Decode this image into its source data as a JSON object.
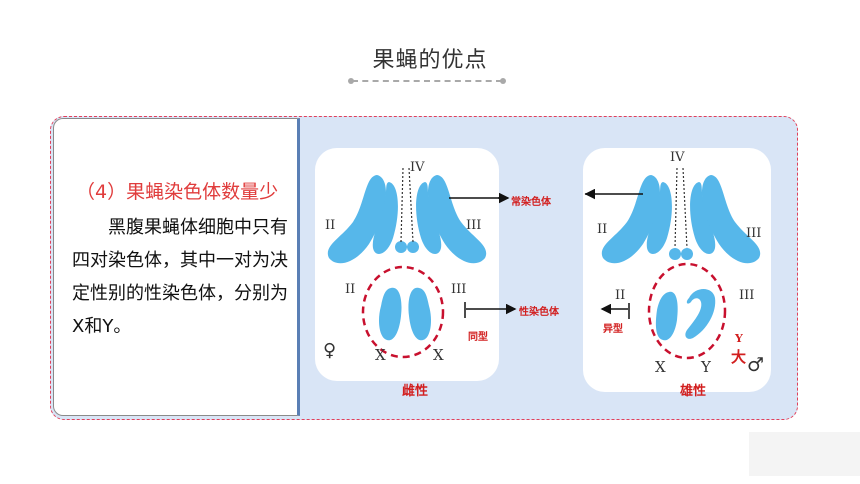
{
  "header": {
    "title": "果蝇的优点"
  },
  "textbox": {
    "heading": "（4）果蝇染色体数量少",
    "body": "黑腹果蝇体细胞中只有四对染色体，其中一对为决定性别的性染色体，分别为X和Y。"
  },
  "female": {
    "label": "雌性",
    "symbol": "♀",
    "roman": {
      "iv": "IV",
      "ii_top": "II",
      "ii_bottom": "II",
      "iii_top": "III",
      "iii_bottom": "III"
    },
    "sex_chr_left": "X",
    "sex_chr_right": "X",
    "pair_type": "同型"
  },
  "male": {
    "label": "雄性",
    "symbol": "♂",
    "roman": {
      "iv": "IV",
      "ii_top": "II",
      "ii_bottom": "II",
      "iii_top": "III",
      "iii_bottom": "III"
    },
    "sex_chr_left": "X",
    "sex_chr_right": "Y",
    "pair_type": "异型",
    "y_note": "Y",
    "y_size": "大"
  },
  "labels": {
    "autosome": "常染色体",
    "sex_chromosome": "性染色体"
  },
  "colors": {
    "chromosome": "#56b7ea",
    "highlight": "#c8102e",
    "accent": "#d21f1f"
  }
}
